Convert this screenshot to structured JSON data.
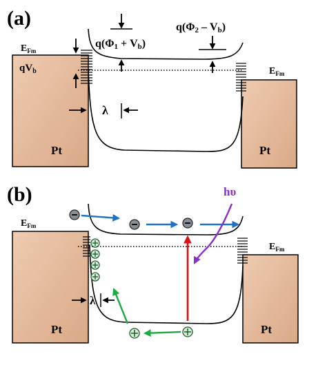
{
  "panel_a": {
    "label": "(a)",
    "efm_left_main": "E",
    "efm_left_sub": "Fm",
    "efm_right_main": "E",
    "efm_right_sub": "Fm",
    "qvb_main": "qV",
    "qvb_sub": "b",
    "barrier1": {
      "pre": "q(Φ",
      "s1": "1",
      "mid": " + V",
      "s2": "b",
      "post": ")"
    },
    "barrier2": {
      "pre": "q(Φ",
      "s1": "2",
      "mid": " – V",
      "s2": "b",
      "post": ")"
    },
    "lambda": "λ",
    "metal_left": "Pt",
    "metal_right": "Pt"
  },
  "panel_b": {
    "label": "(b)",
    "efm_left_main": "E",
    "efm_left_sub": "Fm",
    "efm_right_main": "E",
    "efm_right_sub": "Fm",
    "photon": "hυ",
    "lambda": "λ",
    "metal_left": "Pt",
    "metal_right": "Pt",
    "electron_symbol": "⊖",
    "hole_symbol": "⊕"
  },
  "colors": {
    "metal": "#e2b99a",
    "electron_path": "#1f73c2",
    "hole_path": "#1fa843",
    "excitation": "#e01010",
    "photon": "#8a2fc7",
    "electron_fill": "#8a8e96",
    "hole_fill": "#d9ecd9"
  }
}
